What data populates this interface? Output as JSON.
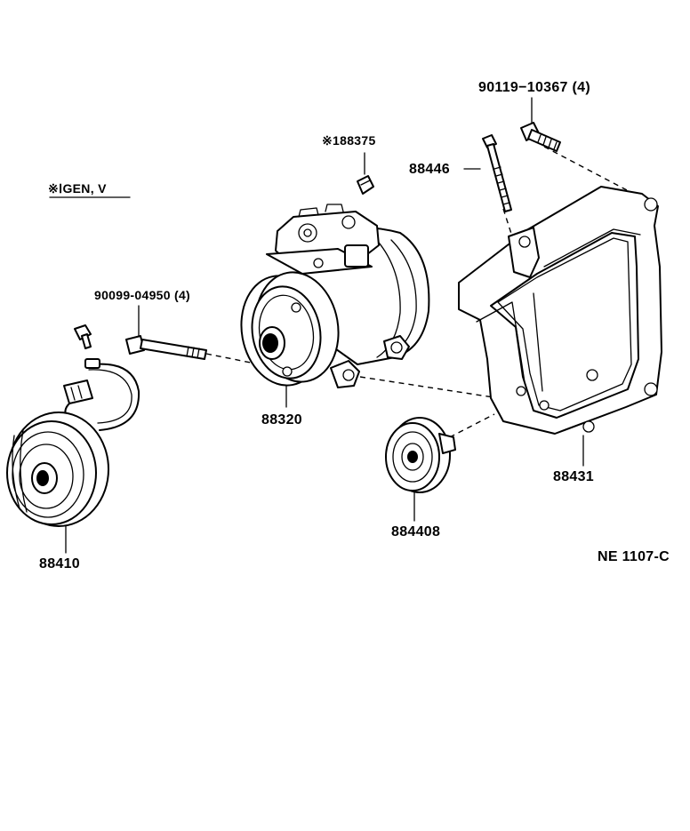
{
  "legend": {
    "note": "※ⅠGEN, V"
  },
  "drawing_code": "NE 1107-C",
  "parts": [
    {
      "id": "90119-10367",
      "qty": "(4)",
      "label": "90119−10367 (4)"
    },
    {
      "id": "188375",
      "label": "※188375"
    },
    {
      "id": "88446",
      "label": "88446"
    },
    {
      "id": "90099-04950",
      "label": "90099-04950 (4)"
    },
    {
      "id": "88320",
      "label": "88320"
    },
    {
      "id": "88410",
      "label": "88410"
    },
    {
      "id": "884408",
      "label": "884408"
    },
    {
      "id": "88431",
      "label": "88431"
    }
  ]
}
